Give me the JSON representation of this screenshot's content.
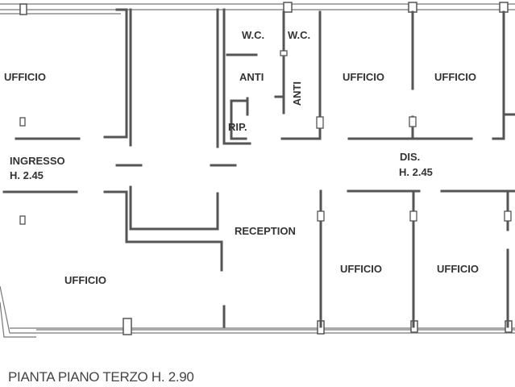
{
  "title": "PIANTA PIANO TERZO H. 2.90",
  "rooms": {
    "ufficio_top_left": "UFFICIO",
    "ingresso": "INGRESSO",
    "ingresso_height": "H. 2.45",
    "wc_1": "W.C.",
    "wc_2": "W.C.",
    "anti_1": "ANTI",
    "anti_2": "ANTI",
    "rip": "RIP.",
    "ufficio_top_mid": "UFFICIO",
    "ufficio_top_right": "UFFICIO",
    "dis": "DIS.",
    "dis_height": "H. 2.45",
    "reception": "RECEPTION",
    "ufficio_bottom_left": "UFFICIO",
    "ufficio_bottom_mid": "UFFICIO",
    "ufficio_bottom_right": "UFFICIO"
  }
}
